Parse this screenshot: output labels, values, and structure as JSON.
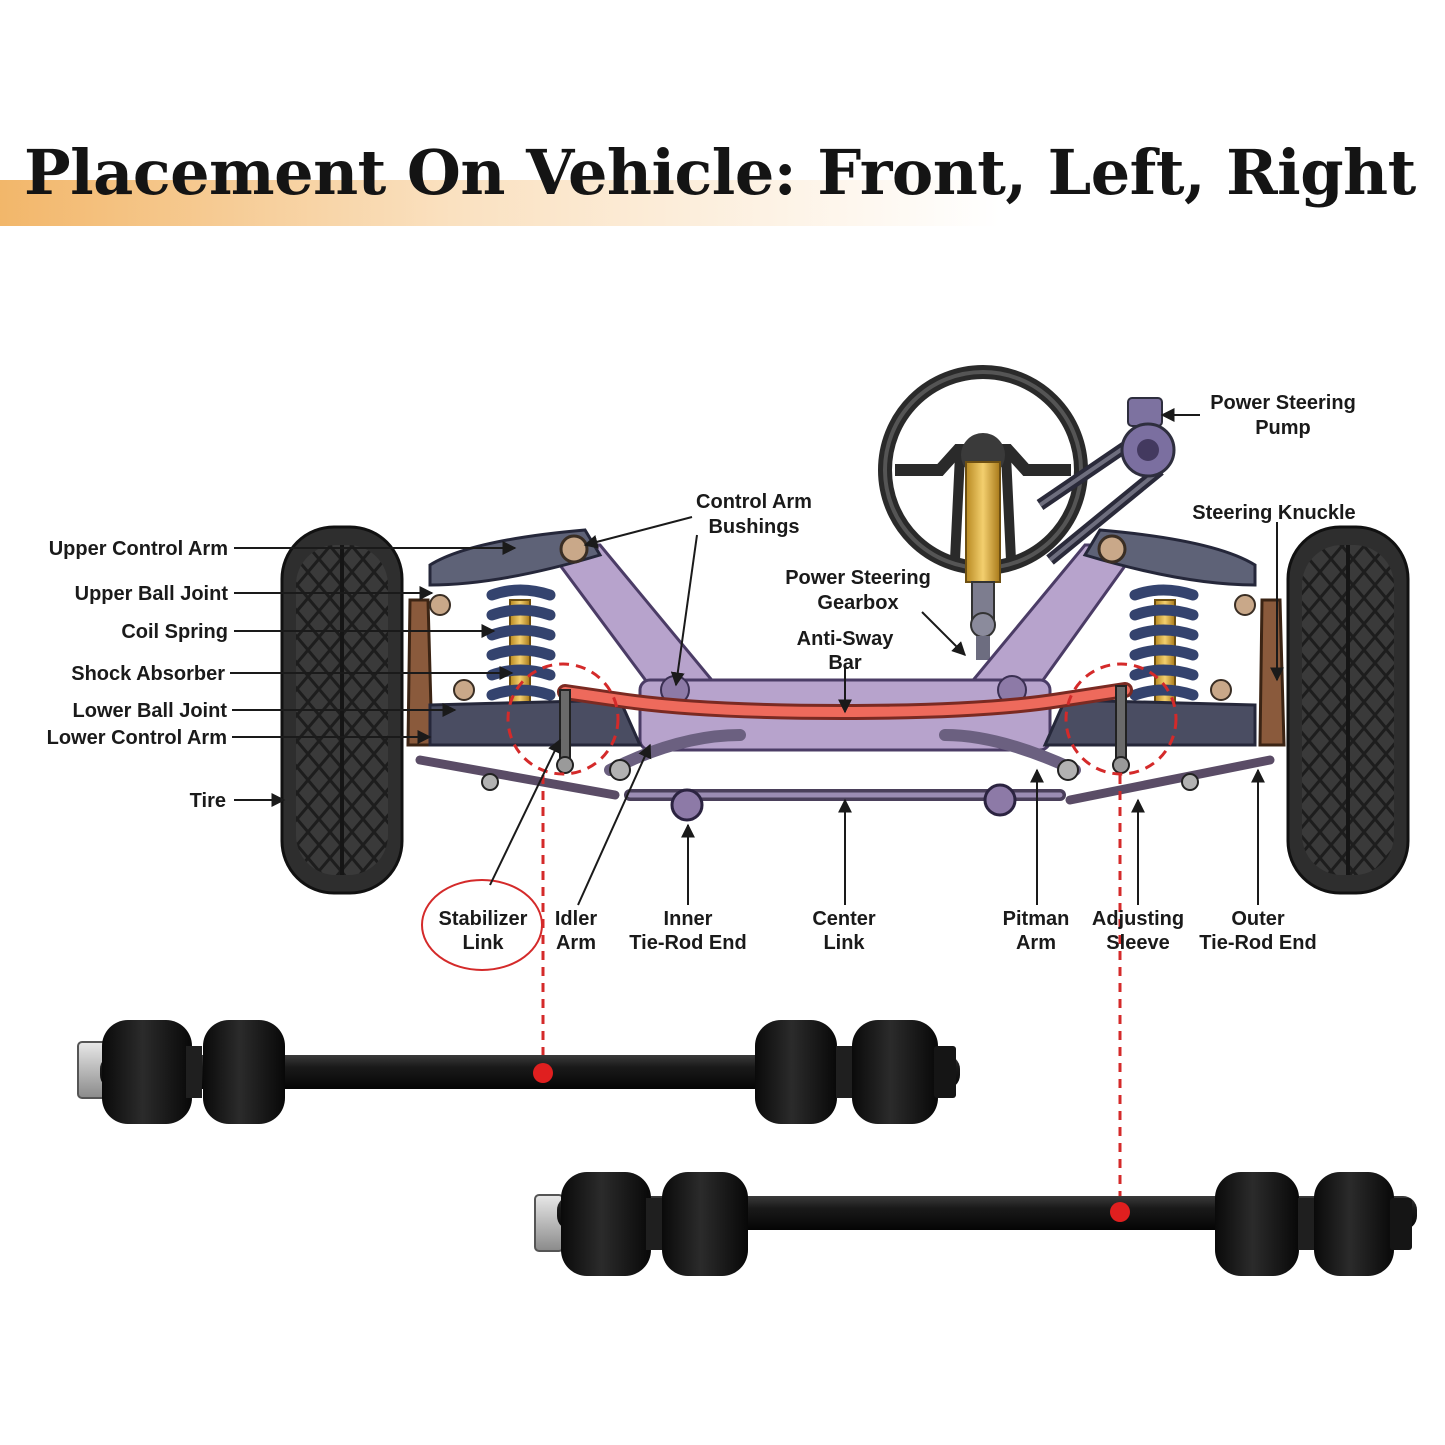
{
  "title": "Placement On Vehicle: Front, Left, Right",
  "labels_left": [
    "Upper Control Arm",
    "Upper Ball Joint",
    "Coil Spring",
    "Shock Absorber",
    "Lower Ball Joint",
    "Lower Control Arm",
    "Tire"
  ],
  "labels_top": {
    "control_arm_bushings": [
      "Control Arm",
      "Bushings"
    ],
    "power_steering_gearbox": [
      "Power Steering",
      "Gearbox"
    ],
    "anti_sway_bar": [
      "Anti-Sway",
      "Bar"
    ],
    "power_steering_pump": [
      "Power Steering",
      "Pump"
    ],
    "steering_knuckle": "Steering Knuckle"
  },
  "labels_bottom": {
    "stabilizer_link": [
      "Stabilizer",
      "Link"
    ],
    "idler_arm": [
      "Idler",
      "Arm"
    ],
    "inner_tie_rod_end": [
      "Inner",
      "Tie-Rod End"
    ],
    "center_link": [
      "Center",
      "Link"
    ],
    "pitman_arm": [
      "Pitman",
      "Arm"
    ],
    "adjusting_sleeve": [
      "Adjusting",
      "Sleeve"
    ],
    "outer_tie_rod_end": [
      "Outer",
      "Tie-Rod End"
    ]
  },
  "colors": {
    "highlight_red": "#d42a2a",
    "frame_purple": "#b7a3cc",
    "arm_slate": "#5e6277",
    "spring_blue": "#34436e",
    "shock_gold": "#e3b24a",
    "sway_bar_red": "#ee6a5c",
    "tire_dark": "#2f2f2f",
    "link_black": "#141414",
    "title_band": "#f0aa50"
  }
}
